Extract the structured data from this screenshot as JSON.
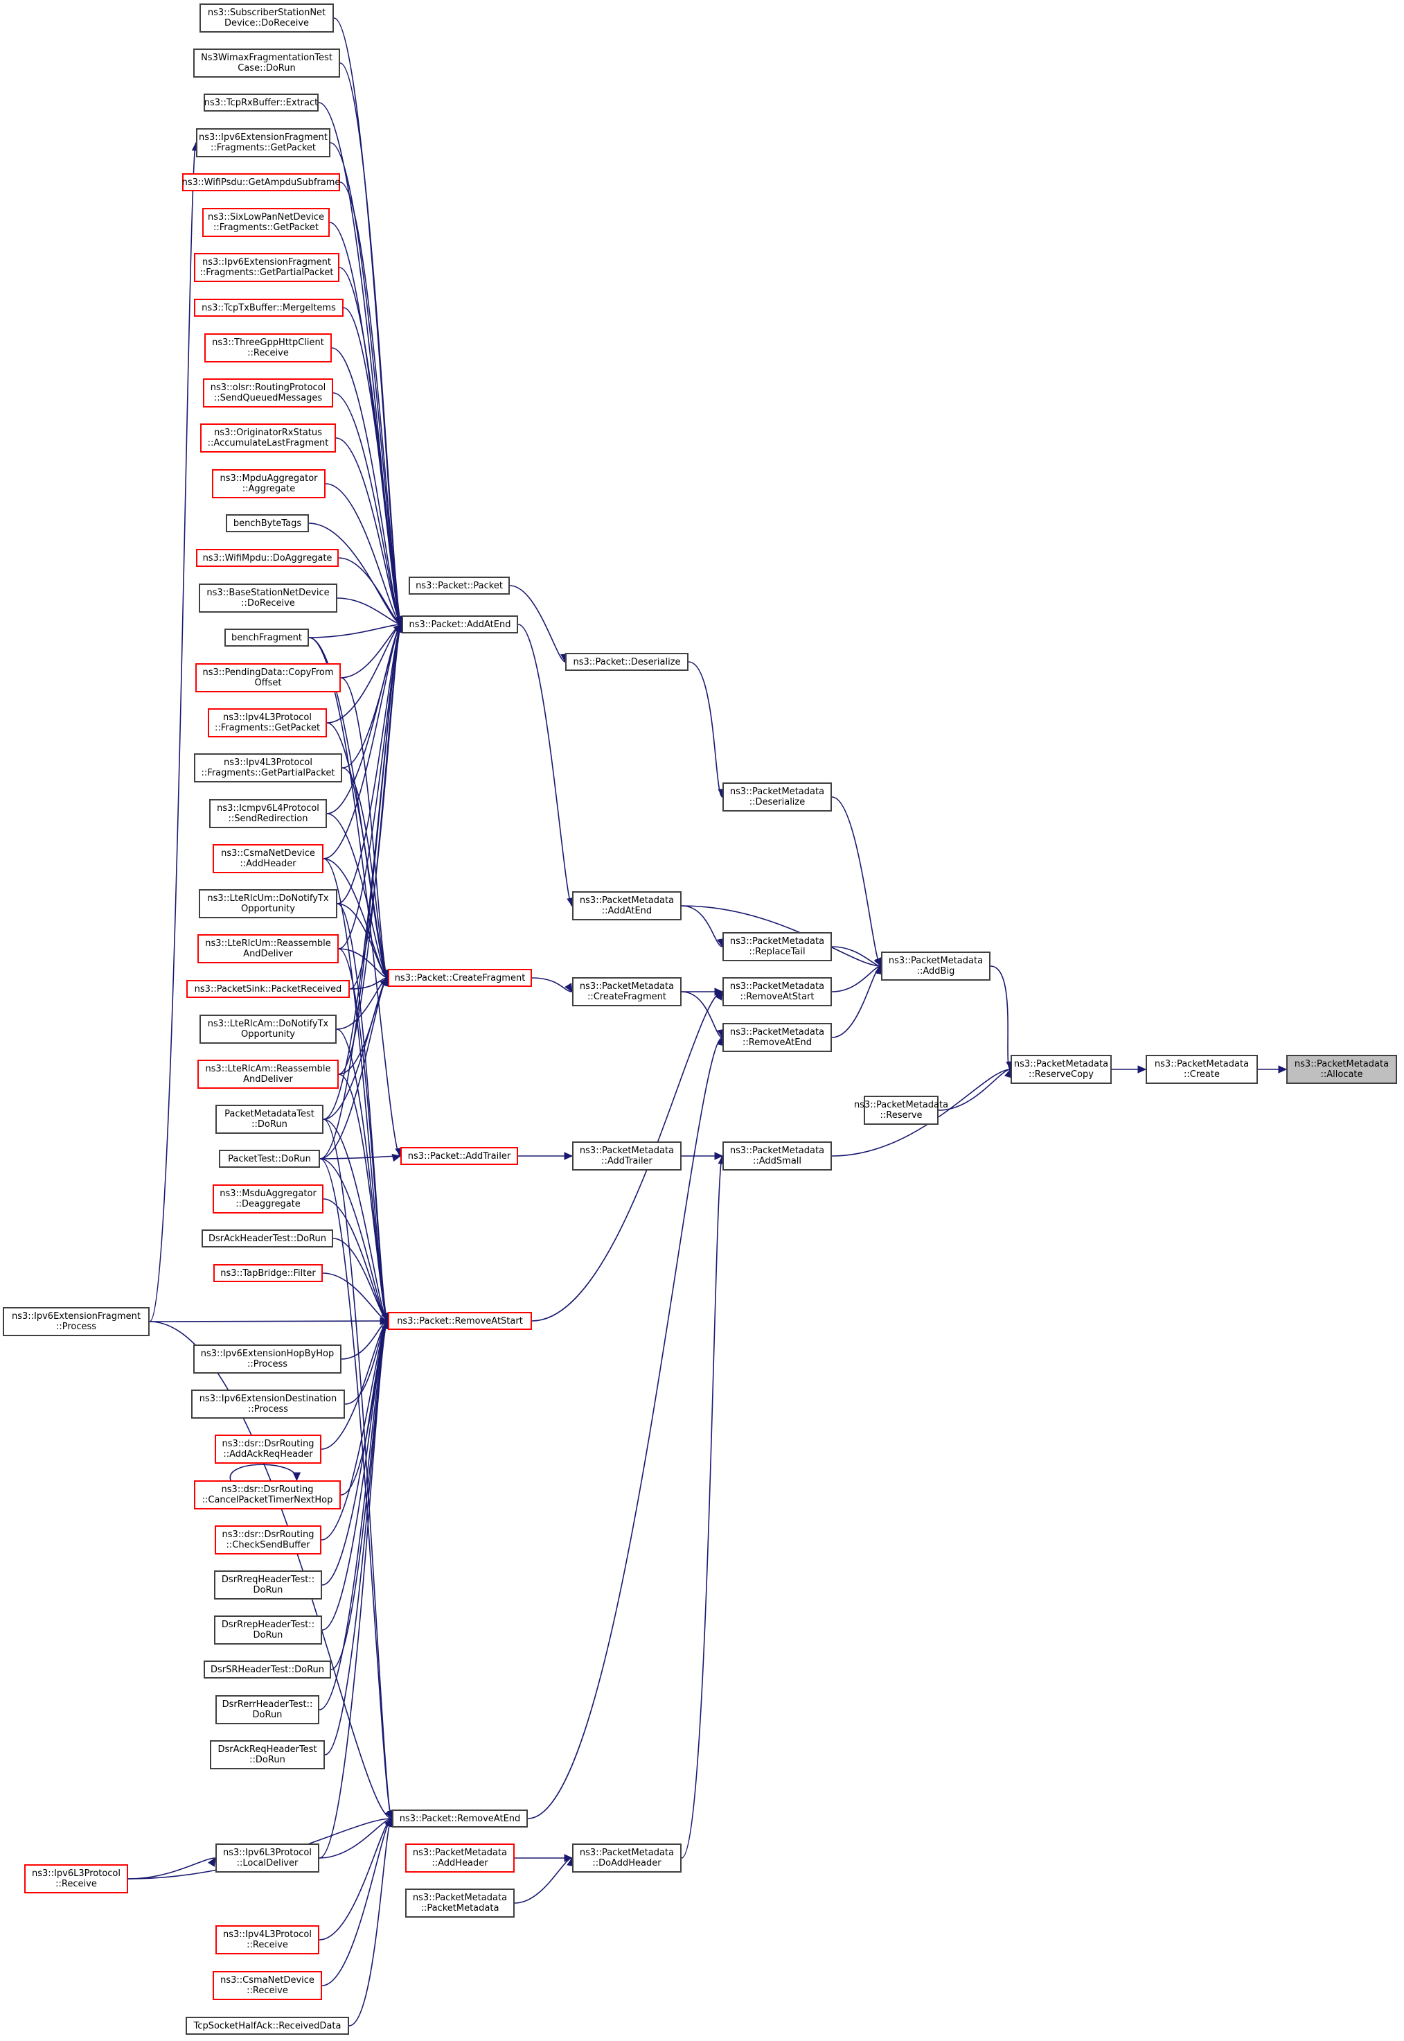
{
  "title": "Caller graph of ns3::PacketMetadata::Allocate",
  "colors": {
    "edge": "#191970",
    "border_default": "#404040",
    "border_incomplete": "#ff0000",
    "focus_fill": "#bfbfbf"
  },
  "nodes": [
    {
      "id": "allocate",
      "label": "ns3::PacketMetadata\n::Allocate",
      "style": "focus"
    },
    {
      "id": "create",
      "label": "ns3::PacketMetadata\n::Create",
      "style": "normal"
    },
    {
      "id": "reservecopy",
      "label": "ns3::PacketMetadata\n::ReserveCopy",
      "style": "normal"
    },
    {
      "id": "reserve",
      "label": "ns3::PacketMetadata\n::Reserve",
      "style": "normal"
    },
    {
      "id": "addbig",
      "label": "ns3::PacketMetadata\n::AddBig",
      "style": "normal"
    },
    {
      "id": "addsmall",
      "label": "ns3::PacketMetadata\n::AddSmall",
      "style": "normal"
    },
    {
      "id": "pm_deserialize",
      "label": "ns3::PacketMetadata\n::Deserialize",
      "style": "normal"
    },
    {
      "id": "pm_replacetail",
      "label": "ns3::PacketMetadata\n::ReplaceTail",
      "style": "normal"
    },
    {
      "id": "pm_removeatstart",
      "label": "ns3::PacketMetadata\n::RemoveAtStart",
      "style": "normal"
    },
    {
      "id": "pm_removeatend",
      "label": "ns3::PacketMetadata\n::RemoveAtEnd",
      "style": "normal"
    },
    {
      "id": "pm_addatend",
      "label": "ns3::PacketMetadata\n::AddAtEnd",
      "style": "normal"
    },
    {
      "id": "pm_createfragment",
      "label": "ns3::PacketMetadata\n::CreateFragment",
      "style": "normal"
    },
    {
      "id": "pm_addtrailer",
      "label": "ns3::PacketMetadata\n::AddTrailer",
      "style": "normal"
    },
    {
      "id": "pm_doaddheader",
      "label": "ns3::PacketMetadata\n::DoAddHeader",
      "style": "normal"
    },
    {
      "id": "pm_addheader",
      "label": "ns3::PacketMetadata\n::AddHeader",
      "style": "red"
    },
    {
      "id": "pm_packetmetadata",
      "label": "ns3::PacketMetadata\n::PacketMetadata",
      "style": "normal"
    },
    {
      "id": "p_deserialize",
      "label": "ns3::Packet::Deserialize",
      "style": "normal"
    },
    {
      "id": "p_packet",
      "label": "ns3::Packet::Packet",
      "style": "normal"
    },
    {
      "id": "p_addatend",
      "label": "ns3::Packet::AddAtEnd",
      "style": "normal"
    },
    {
      "id": "p_createfragment",
      "label": "ns3::Packet::CreateFragment",
      "style": "red"
    },
    {
      "id": "p_addtrailer",
      "label": "ns3::Packet::AddTrailer",
      "style": "red"
    },
    {
      "id": "p_removeatstart",
      "label": "ns3::Packet::RemoveAtStart",
      "style": "red"
    },
    {
      "id": "p_removeatend",
      "label": "ns3::Packet::RemoveAtEnd",
      "style": "normal"
    },
    {
      "id": "c01",
      "label": "ns3::SubscriberStationNet\nDevice::DoReceive",
      "style": "normal"
    },
    {
      "id": "c02",
      "label": "Ns3WimaxFragmentationTest\nCase::DoRun",
      "style": "normal"
    },
    {
      "id": "c03",
      "label": "ns3::TcpRxBuffer::Extract",
      "style": "normal"
    },
    {
      "id": "c04",
      "label": "ns3::Ipv6ExtensionFragment\n::Fragments::GetPacket",
      "style": "normal"
    },
    {
      "id": "c05",
      "label": "ns3::WifiPsdu::GetAmpduSubframe",
      "style": "red"
    },
    {
      "id": "c06",
      "label": "ns3::SixLowPanNetDevice\n::Fragments::GetPacket",
      "style": "red"
    },
    {
      "id": "c07",
      "label": "ns3::Ipv6ExtensionFragment\n::Fragments::GetPartialPacket",
      "style": "red"
    },
    {
      "id": "c08",
      "label": "ns3::TcpTxBuffer::MergeItems",
      "style": "red"
    },
    {
      "id": "c09",
      "label": "ns3::ThreeGppHttpClient\n::Receive",
      "style": "red"
    },
    {
      "id": "c10",
      "label": "ns3::olsr::RoutingProtocol\n::SendQueuedMessages",
      "style": "red"
    },
    {
      "id": "c11",
      "label": "ns3::OriginatorRxStatus\n::AccumulateLastFragment",
      "style": "red"
    },
    {
      "id": "c12",
      "label": "ns3::MpduAggregator\n::Aggregate",
      "style": "red"
    },
    {
      "id": "c13",
      "label": "benchByteTags",
      "style": "normal"
    },
    {
      "id": "c14",
      "label": "ns3::WifiMpdu::DoAggregate",
      "style": "red"
    },
    {
      "id": "c15",
      "label": "ns3::BaseStationNetDevice\n::DoReceive",
      "style": "normal"
    },
    {
      "id": "c16",
      "label": "benchFragment",
      "style": "normal"
    },
    {
      "id": "c17",
      "label": "ns3::PendingData::CopyFrom\nOffset",
      "style": "red"
    },
    {
      "id": "c18",
      "label": "ns3::Ipv4L3Protocol\n::Fragments::GetPacket",
      "style": "red"
    },
    {
      "id": "c19",
      "label": "ns3::Ipv4L3Protocol\n::Fragments::GetPartialPacket",
      "style": "normal"
    },
    {
      "id": "c20",
      "label": "ns3::Icmpv6L4Protocol\n::SendRedirection",
      "style": "normal"
    },
    {
      "id": "c21",
      "label": "ns3::CsmaNetDevice\n::AddHeader",
      "style": "red"
    },
    {
      "id": "c22",
      "label": "ns3::LteRlcUm::DoNotifyTx\nOpportunity",
      "style": "normal"
    },
    {
      "id": "c23",
      "label": "ns3::LteRlcUm::Reassemble\nAndDeliver",
      "style": "red"
    },
    {
      "id": "c24",
      "label": "ns3::PacketSink::PacketReceived",
      "style": "red"
    },
    {
      "id": "c25",
      "label": "ns3::LteRlcAm::DoNotifyTx\nOpportunity",
      "style": "normal"
    },
    {
      "id": "c26",
      "label": "ns3::LteRlcAm::Reassemble\nAndDeliver",
      "style": "red"
    },
    {
      "id": "c27",
      "label": "PacketMetadataTest\n::DoRun",
      "style": "normal"
    },
    {
      "id": "c28",
      "label": "PacketTest::DoRun",
      "style": "normal"
    },
    {
      "id": "c29",
      "label": "ns3::MsduAggregator\n::Deaggregate",
      "style": "red"
    },
    {
      "id": "c30",
      "label": "DsrAckHeaderTest::DoRun",
      "style": "normal"
    },
    {
      "id": "c31",
      "label": "ns3::TapBridge::Filter",
      "style": "red"
    },
    {
      "id": "c32",
      "label": "ns3::Ipv6ExtensionHopByHop\n::Process",
      "style": "normal"
    },
    {
      "id": "c33",
      "label": "ns3::Ipv6ExtensionDestination\n::Process",
      "style": "normal"
    },
    {
      "id": "c34",
      "label": "ns3::dsr::DsrRouting\n::AddAckReqHeader",
      "style": "red"
    },
    {
      "id": "c35",
      "label": "ns3::dsr::DsrRouting\n::CancelPacketTimerNextHop",
      "style": "red"
    },
    {
      "id": "c36",
      "label": "ns3::dsr::DsrRouting\n::CheckSendBuffer",
      "style": "red"
    },
    {
      "id": "c37",
      "label": "DsrRreqHeaderTest::\nDoRun",
      "style": "normal"
    },
    {
      "id": "c38",
      "label": "DsrRrepHeaderTest::\nDoRun",
      "style": "normal"
    },
    {
      "id": "c39",
      "label": "DsrSRHeaderTest::DoRun",
      "style": "normal"
    },
    {
      "id": "c40",
      "label": "DsrRerrHeaderTest::\nDoRun",
      "style": "normal"
    },
    {
      "id": "c41",
      "label": "DsrAckReqHeaderTest\n::DoRun",
      "style": "normal"
    },
    {
      "id": "c42",
      "label": "ns3::Ipv6L3Protocol\n::LocalDeliver",
      "style": "normal"
    },
    {
      "id": "c43",
      "label": "ns3::Ipv4L3Protocol\n::Receive",
      "style": "red"
    },
    {
      "id": "c44",
      "label": "ns3::CsmaNetDevice\n::Receive",
      "style": "red"
    },
    {
      "id": "c45",
      "label": "TcpSocketHalfAck::ReceivedData",
      "style": "normal"
    },
    {
      "id": "ipv6frag_process",
      "label": "ns3::Ipv6ExtensionFragment\n::Process",
      "style": "normal"
    },
    {
      "id": "ipv6l3_receive",
      "label": "ns3::Ipv6L3Protocol\n::Receive",
      "style": "red"
    }
  ],
  "edges": [
    [
      "create",
      "allocate"
    ],
    [
      "reservecopy",
      "create"
    ],
    [
      "reserve",
      "reservecopy"
    ],
    [
      "addbig",
      "reservecopy"
    ],
    [
      "addsmall",
      "reservecopy"
    ],
    [
      "pm_deserialize",
      "addbig"
    ],
    [
      "pm_addatend",
      "addbig"
    ],
    [
      "pm_replacetail",
      "addbig"
    ],
    [
      "pm_removeatstart",
      "addbig"
    ],
    [
      "pm_removeatend",
      "addbig"
    ],
    [
      "pm_addatend",
      "pm_replacetail"
    ],
    [
      "pm_createfragment",
      "pm_removeatstart"
    ],
    [
      "pm_createfragment",
      "pm_removeatend"
    ],
    [
      "pm_addtrailer",
      "addsmall"
    ],
    [
      "pm_doaddheader",
      "addsmall"
    ],
    [
      "pm_addheader",
      "pm_doaddheader"
    ],
    [
      "pm_packetmetadata",
      "pm_doaddheader"
    ],
    [
      "p_deserialize",
      "pm_deserialize"
    ],
    [
      "p_packet",
      "p_deserialize"
    ],
    [
      "p_addatend",
      "pm_addatend"
    ],
    [
      "p_createfragment",
      "pm_createfragment"
    ],
    [
      "p_addtrailer",
      "pm_addtrailer"
    ],
    [
      "p_removeatstart",
      "pm_removeatstart"
    ],
    [
      "p_removeatend",
      "pm_removeatend"
    ],
    [
      "c01",
      "p_addatend"
    ],
    [
      "c02",
      "p_addatend"
    ],
    [
      "c03",
      "p_addatend"
    ],
    [
      "c04",
      "p_addatend"
    ],
    [
      "c05",
      "p_addatend"
    ],
    [
      "c06",
      "p_addatend"
    ],
    [
      "c07",
      "p_addatend"
    ],
    [
      "c08",
      "p_addatend"
    ],
    [
      "c09",
      "p_addatend"
    ],
    [
      "c10",
      "p_addatend"
    ],
    [
      "c11",
      "p_addatend"
    ],
    [
      "c12",
      "p_addatend"
    ],
    [
      "c13",
      "p_addatend"
    ],
    [
      "c14",
      "p_addatend"
    ],
    [
      "c15",
      "p_addatend"
    ],
    [
      "c16",
      "p_addatend"
    ],
    [
      "c17",
      "p_addatend"
    ],
    [
      "c18",
      "p_addatend"
    ],
    [
      "c19",
      "p_addatend"
    ],
    [
      "c20",
      "p_addatend"
    ],
    [
      "c21",
      "p_addatend"
    ],
    [
      "c22",
      "p_addatend"
    ],
    [
      "c23",
      "p_addatend"
    ],
    [
      "c24",
      "p_addatend"
    ],
    [
      "c26",
      "p_addatend"
    ],
    [
      "c27",
      "p_addatend"
    ],
    [
      "c28",
      "p_addatend"
    ],
    [
      "c16",
      "p_createfragment"
    ],
    [
      "c17",
      "p_createfragment"
    ],
    [
      "c18",
      "p_createfragment"
    ],
    [
      "c19",
      "p_createfragment"
    ],
    [
      "c20",
      "p_createfragment"
    ],
    [
      "c21",
      "p_createfragment"
    ],
    [
      "c22",
      "p_createfragment"
    ],
    [
      "c23",
      "p_createfragment"
    ],
    [
      "c24",
      "p_createfragment"
    ],
    [
      "c25",
      "p_createfragment"
    ],
    [
      "c26",
      "p_createfragment"
    ],
    [
      "c27",
      "p_createfragment"
    ],
    [
      "c28",
      "p_createfragment"
    ],
    [
      "c16",
      "p_addtrailer"
    ],
    [
      "c28",
      "p_addtrailer"
    ],
    [
      "c21",
      "p_removeatstart"
    ],
    [
      "c22",
      "p_removeatstart"
    ],
    [
      "c23",
      "p_removeatstart"
    ],
    [
      "c25",
      "p_removeatstart"
    ],
    [
      "c26",
      "p_removeatstart"
    ],
    [
      "c27",
      "p_removeatstart"
    ],
    [
      "c28",
      "p_removeatstart"
    ],
    [
      "c29",
      "p_removeatstart"
    ],
    [
      "c30",
      "p_removeatstart"
    ],
    [
      "c31",
      "p_removeatstart"
    ],
    [
      "ipv6frag_process",
      "p_removeatstart"
    ],
    [
      "c32",
      "p_removeatstart"
    ],
    [
      "c33",
      "p_removeatstart"
    ],
    [
      "c34",
      "p_removeatstart"
    ],
    [
      "c35",
      "p_removeatstart"
    ],
    [
      "c36",
      "p_removeatstart"
    ],
    [
      "c37",
      "p_removeatstart"
    ],
    [
      "c38",
      "p_removeatstart"
    ],
    [
      "c39",
      "p_removeatstart"
    ],
    [
      "c40",
      "p_removeatstart"
    ],
    [
      "c41",
      "p_removeatstart"
    ],
    [
      "c42",
      "p_removeatstart"
    ],
    [
      "c43",
      "p_removeatend"
    ],
    [
      "c44",
      "p_removeatend"
    ],
    [
      "c45",
      "p_removeatend"
    ],
    [
      "ipv6l3_receive",
      "p_removeatend"
    ],
    [
      "c42",
      "p_removeatend"
    ],
    [
      "c27",
      "p_removeatend"
    ],
    [
      "c28",
      "p_removeatend"
    ],
    [
      "ipv6frag_process",
      "p_removeatend"
    ],
    [
      "ipv6frag_process",
      "c04"
    ],
    [
      "ipv6l3_receive",
      "c42"
    ],
    [
      "c35",
      "c35"
    ]
  ]
}
